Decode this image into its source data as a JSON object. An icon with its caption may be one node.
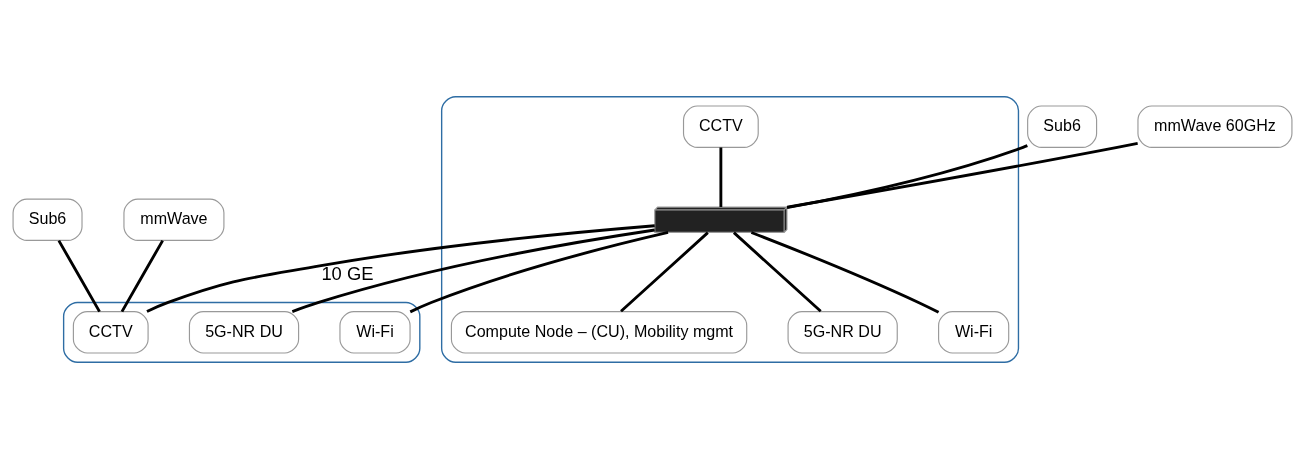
{
  "diagram": {
    "nodes": [
      {
        "text": [],
        "shape": "hexagon"
      },
      {
        "text": [
          "Sub6"
        ]
      },
      {
        "text": [
          "mmWave 60GHz"
        ]
      },
      {
        "text": [],
        "shape": "picture",
        "in": 0
      },
      {
        "text": [
          "CCTV"
        ],
        "in": 0
      },
      {
        "text": [
          "5G-NR DU"
        ],
        "in": 0
      },
      {
        "text": [
          "Wi-Fi"
        ],
        "in": 0
      },
      {
        "text": [
          "Compute Node – (CU), Mobility mgmt"
        ],
        "in": 0
      },
      {
        "text": [],
        "shape": "hexagon"
      },
      {
        "text": [
          "Sub6"
        ]
      },
      {
        "text": [
          "mmWave"
        ]
      },
      {
        "text": [
          "5G-NR DU"
        ],
        "in": 8
      },
      {
        "text": [
          "Wi-Fi"
        ],
        "in": 8
      },
      {
        "text": [
          "CCTV"
        ],
        "in": 8
      }
    ],
    "edges": [
      {
        "from": 1,
        "to": 3,
        "arrow": "none"
      },
      {
        "from": 2,
        "to": 3,
        "arrow": "none"
      },
      {
        "from": 4,
        "to": 3,
        "arrow": "none"
      },
      {
        "from": 3,
        "to": 5,
        "arrow": "none"
      },
      {
        "from": 3,
        "to": 6,
        "arrow": "none"
      },
      {
        "from": 3,
        "to": 7,
        "arrow": "none"
      },
      {
        "from": 3,
        "to": 13,
        "label": "10 GE",
        "arrow": "none"
      },
      {
        "from": 9,
        "to": 13,
        "arrow": "none"
      },
      {
        "from": 10,
        "to": 13,
        "arrow": "none"
      },
      {
        "from": 3,
        "to": 11,
        "arrow": "none"
      },
      {
        "from": 3,
        "to": 12,
        "arrow": "none"
      }
    ]
  }
}
